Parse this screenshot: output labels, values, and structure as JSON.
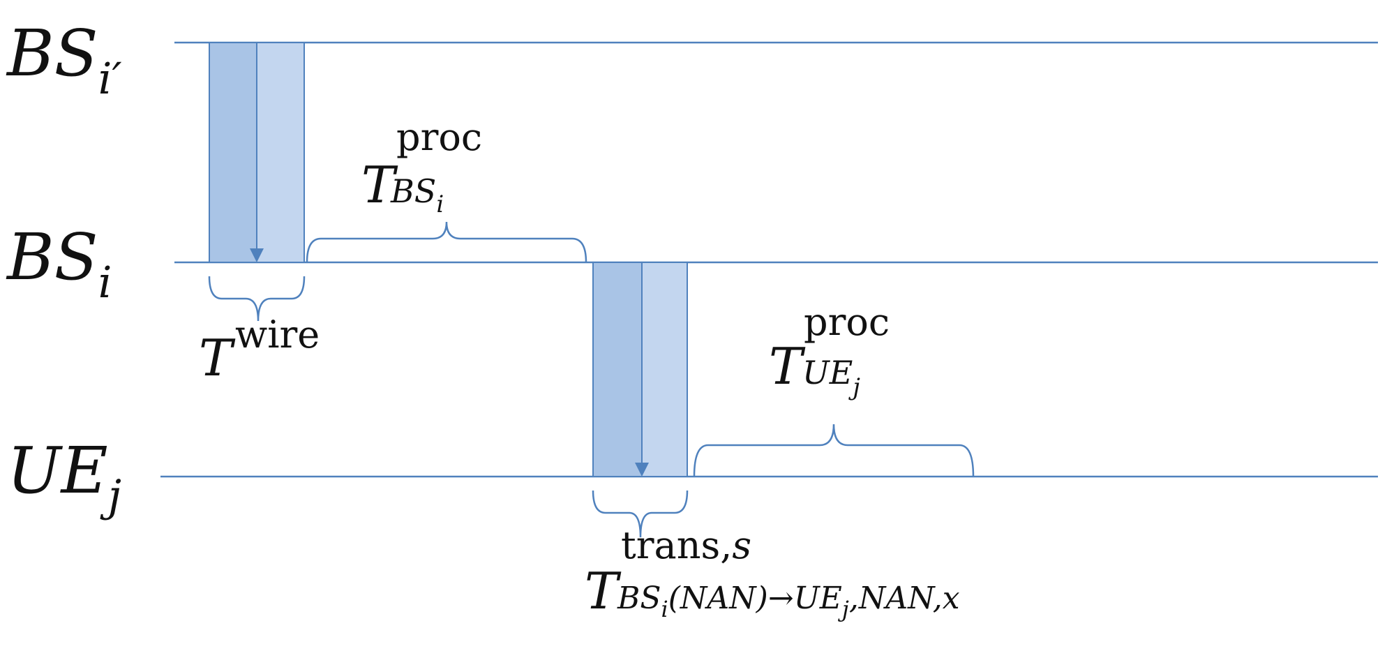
{
  "colors": {
    "line": "#4f81bd",
    "block_fill": "#a9c4e6",
    "block_fill_light": "#c3d6ef",
    "text": "#111111"
  },
  "rows": {
    "bs_prime": {
      "base": "BS",
      "sub": "i′"
    },
    "bs": {
      "base": "BS",
      "sub": "i"
    },
    "ue": {
      "base": "UE",
      "sub": "j"
    }
  },
  "labels": {
    "t_proc_bs": {
      "base": "T",
      "sup": "proc",
      "sub": "BS",
      "subsub": "i"
    },
    "t_wire": {
      "base": "T",
      "sup": "wire"
    },
    "t_proc_ue": {
      "base": "T",
      "sup": "proc",
      "sub": "UE",
      "subsub": "j"
    },
    "t_trans": {
      "base": "T",
      "sup": "trans,",
      "sup_s": "s",
      "sub_a": "BS",
      "sub_a_i": "i",
      "sub_b": "(NAN)→UE",
      "sub_b_j": "j",
      "sub_c": ",NAN,x"
    }
  }
}
